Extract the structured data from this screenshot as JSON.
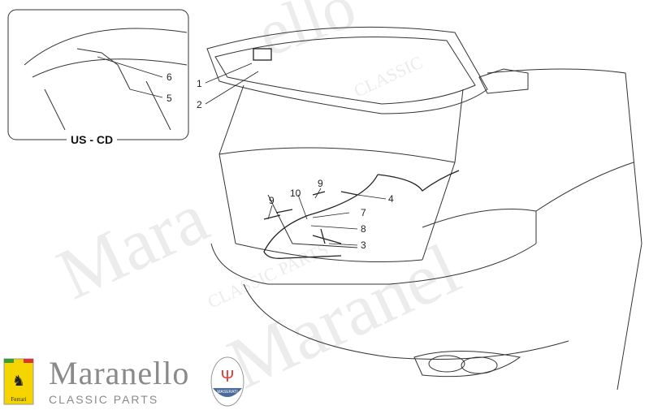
{
  "inset": {
    "caption": "US - CD",
    "callouts": [
      "6",
      "5"
    ]
  },
  "main": {
    "callouts": [
      "1",
      "2",
      "10",
      "9",
      "9",
      "4",
      "7",
      "8",
      "3"
    ]
  },
  "brand": {
    "name": "Maranello",
    "subtitle": "CLASSIC PARTS",
    "badge_left": "Ferrari",
    "badge_right": "MASERATI"
  },
  "watermark": {
    "text": "Maranello",
    "subtitle": "CLASSIC PARTS"
  },
  "colors": {
    "line": "#333333",
    "watermark": "#dddddd",
    "brand_text": "#8a8a8a",
    "maserati_red": "#e53935",
    "ferrari_yellow": "#f5d400"
  }
}
